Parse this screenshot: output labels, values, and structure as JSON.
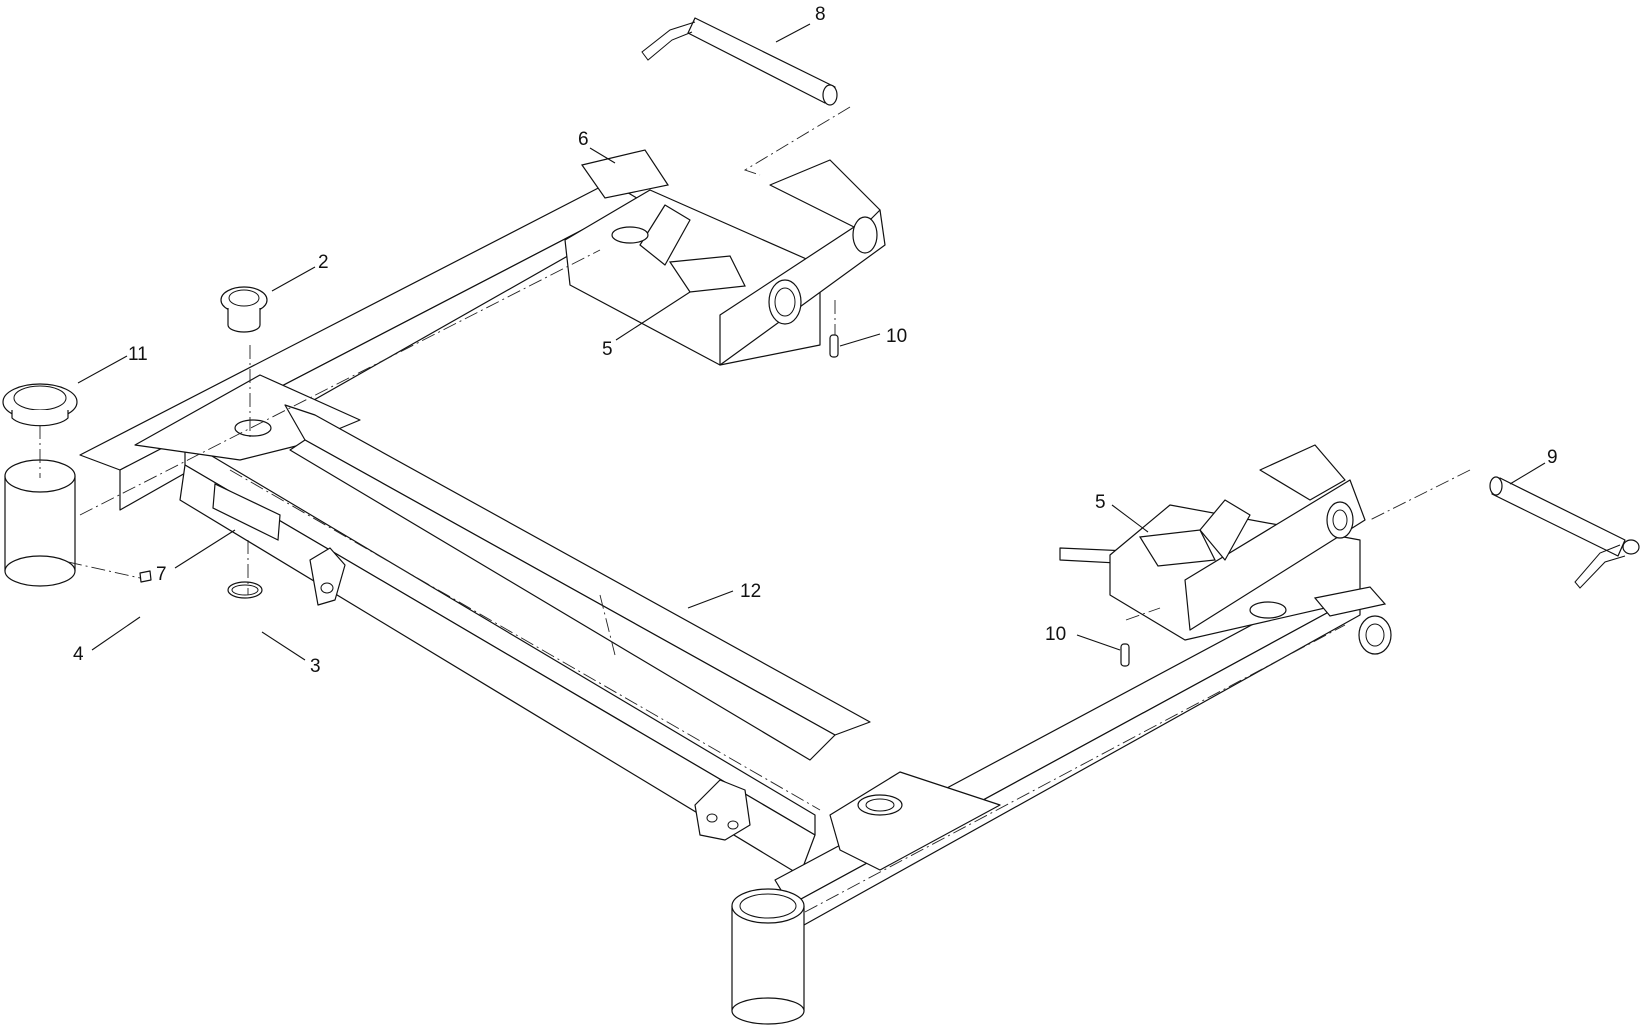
{
  "diagram": {
    "callouts": [
      {
        "id": "c8",
        "label": "8"
      },
      {
        "id": "c6",
        "label": "6"
      },
      {
        "id": "c2",
        "label": "2"
      },
      {
        "id": "c11",
        "label": "11"
      },
      {
        "id": "c5a",
        "label": "5"
      },
      {
        "id": "c10a",
        "label": "10"
      },
      {
        "id": "c9",
        "label": "9"
      },
      {
        "id": "c5b",
        "label": "5"
      },
      {
        "id": "c7",
        "label": "7"
      },
      {
        "id": "c12",
        "label": "12"
      },
      {
        "id": "c10b",
        "label": "10"
      },
      {
        "id": "c4",
        "label": "4"
      },
      {
        "id": "c3",
        "label": "3"
      }
    ]
  }
}
